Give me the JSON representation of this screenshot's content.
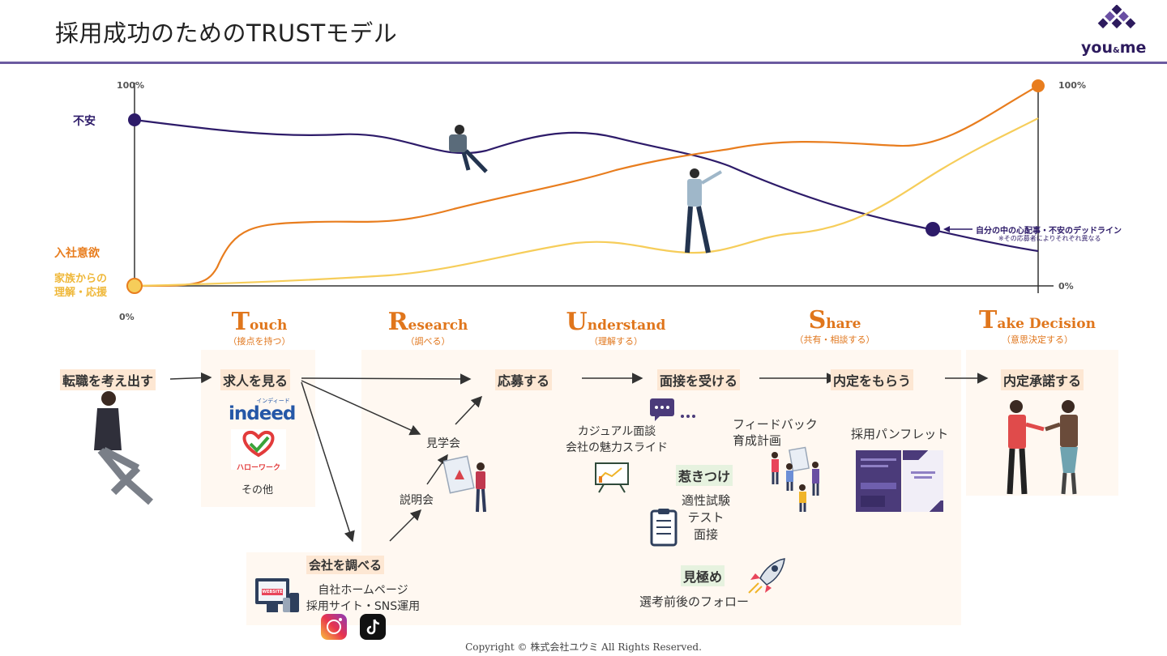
{
  "title": "採用成功のためのTRUSTモデル",
  "logo": {
    "main": "you",
    "amp": "&",
    "tail": "me"
  },
  "chart": {
    "left_top": "100%",
    "left_bottom": "0%",
    "right_top": "100%",
    "right_bottom": "0%",
    "series_anxiety": "不安",
    "series_desire": "入社意欲",
    "series_family": "家族からの\n理解・応援",
    "deadline_label": "自分の中の心配事・不安のデッドライン",
    "deadline_note": "※その応募者によりそれぞれ異なる",
    "colors": {
      "anxiety": "#2d1b69",
      "desire": "#e87d1e",
      "family": "#f6cd5a"
    }
  },
  "stages": [
    {
      "initial": "T",
      "rest": "ouch",
      "sub": "（接点を持つ）"
    },
    {
      "initial": "R",
      "rest": "esearch",
      "sub": "（調べる）"
    },
    {
      "initial": "U",
      "rest": "nderstand",
      "sub": "（理解する）"
    },
    {
      "initial": "S",
      "rest": "hare",
      "sub": "（共有・相談する）"
    },
    {
      "initial": "T",
      "rest": "ake Decision",
      "sub": "（意思決定する）"
    }
  ],
  "steps": {
    "consider": "転職を考え出す",
    "see_job": "求人を見る",
    "apply": "応募する",
    "interview": "面接を受ける",
    "offer": "内定をもらう",
    "accept": "内定承諾する",
    "research": "会社を調べる"
  },
  "touch": {
    "indeed_small": "インディード",
    "indeed": "indeed",
    "hellowork": "ハローワーク",
    "other": "その他"
  },
  "research_items": {
    "tour": "見学会",
    "briefing": "説明会",
    "site": "WEBSITE",
    "hp": "自社ホームページ",
    "recruit": "採用サイト・SNS運用"
  },
  "understand_items": {
    "casual1": "カジュアル面談",
    "casual2": "会社の魅力スライド",
    "attract": "惹きつけ",
    "test1": "適性試験",
    "test2": "テスト",
    "test3": "面接",
    "assess": "見極め",
    "follow": "選考前後のフォロー"
  },
  "share_items": {
    "fb1": "フィードバック",
    "fb2": "育成計画",
    "pamphlet": "採用パンフレット"
  },
  "footer": "Copyright © 株式会社ユウミ All Rights Reserved."
}
